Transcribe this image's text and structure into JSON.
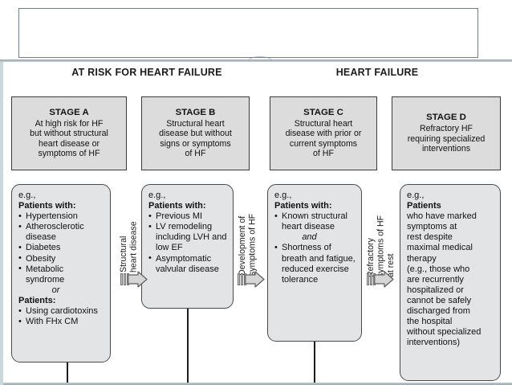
{
  "slide": {
    "title_placeholder": "",
    "logo": "arc-logo"
  },
  "bands": [
    {
      "id": "at-risk",
      "label": "AT RISK FOR\nHEART FAILURE"
    },
    {
      "id": "heart-failure",
      "label": "HEART FAILURE"
    }
  ],
  "stages": [
    {
      "id": "a",
      "name": "STAGE A",
      "description": "At high risk for HF\nbut without structural\nheart disease or\nsymptoms of HF"
    },
    {
      "id": "b",
      "name": "STAGE B",
      "description": "Structural heart\ndisease but without\nsigns or symptoms\nof HF"
    },
    {
      "id": "c",
      "name": "STAGE C",
      "description": "Structural heart\ndisease with prior or\ncurrent symptoms\nof HF"
    },
    {
      "id": "d",
      "name": "STAGE D",
      "description": "Refractory HF\nrequiring specialized\ninterventions"
    }
  ],
  "details": {
    "a": {
      "eg": "e.g.,",
      "lead": "Patients with:",
      "bullets": [
        "Hypertension",
        "Atherosclerotic disease",
        "Diabetes",
        "Obesity",
        "Metabolic syndrome"
      ],
      "separator": "or",
      "lead2": "Patients:",
      "bullets2": [
        "Using cardiotoxins",
        "With FHx CM"
      ]
    },
    "b": {
      "eg": "e.g.,",
      "lead": "Patients with:",
      "bullets": [
        "Previous MI",
        "LV remodeling including LVH and low EF",
        "Asymptomatic valvular disease"
      ]
    },
    "c": {
      "eg": "e.g.,",
      "lead": "Patients with:",
      "bullets": [
        "Known structural heart disease"
      ],
      "separator": "and",
      "bullets2": [
        "Shortness of breath and fatigue, reduced exercise tolerance"
      ]
    },
    "d": {
      "eg": "e.g.,",
      "lead": "Patients",
      "body": "who have marked\nsymptoms at\nrest despite\nmaximal medical\ntherapy\n(e.g., those who\nare recurrently\nhospitalized or\ncannot be safely\ndischarged from\nthe hospital\nwithout specialized\ninterventions)"
    }
  },
  "transitions": [
    {
      "id": "a-to-b",
      "label": "Structural\nheart disease",
      "icon": "block-arrow-right"
    },
    {
      "id": "b-to-c",
      "label": "Development of\nsymptoms of HF",
      "icon": "block-arrow-right"
    },
    {
      "id": "c-to-d",
      "label": "Refractory\nsymptoms of HF\nat rest",
      "icon": "block-arrow-right"
    }
  ],
  "colors": {
    "stage_box_fill": "#dcdcdc",
    "stage_box_border": "#3a3a3a",
    "detail_box_fill": "#e3e4e6",
    "detail_box_border": "#4a4a4a",
    "frame_accent": "#c8d8dd",
    "text": "#111111"
  }
}
